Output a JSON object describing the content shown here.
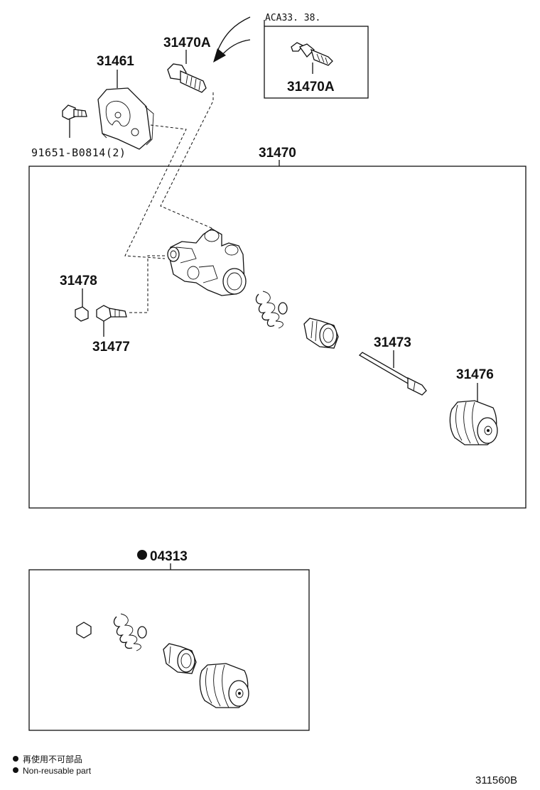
{
  "labels": {
    "p31461": "31461",
    "p31470A_top": "31470A",
    "variant_note": "ACA33. 38.",
    "p31470A_box": "31470A",
    "p91651": "91651-B0814(2)",
    "p31470": "31470",
    "p31478": "31478",
    "p31477": "31477",
    "p31473": "31473",
    "p31476": "31476",
    "p04313": "04313"
  },
  "legend": {
    "jp": "再使用不可部品",
    "en": "Non-reusable part"
  },
  "reference": "311560B"
}
